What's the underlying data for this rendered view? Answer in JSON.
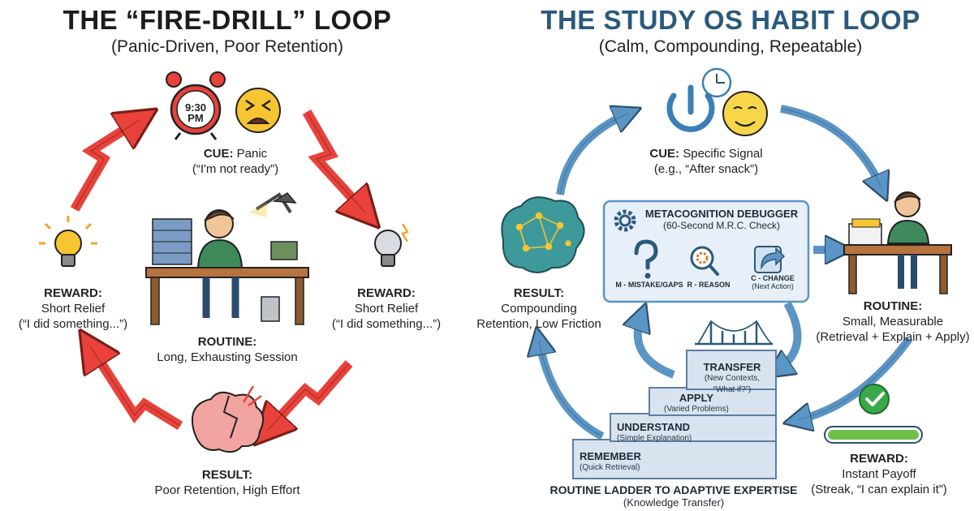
{
  "colors": {
    "red": "#e8423b",
    "blue": "#5b95c5",
    "navy": "#2a5a7c",
    "ladder": "#d8e3ef",
    "box": "#e7eff8"
  },
  "left": {
    "title": "THE “FIRE-DRILL” LOOP",
    "subtitle": "(Panic-Driven, Poor Retention)",
    "clock_time": "9:30",
    "clock_period": "PM",
    "cue": {
      "label": "CUE:",
      "text": "Panic",
      "quote": "(“I'm not ready”)"
    },
    "reward_left": {
      "label": "REWARD:",
      "text": "Short Relief",
      "quote": "(“I did something...”)"
    },
    "reward_right": {
      "label": "REWARD:",
      "text": "Short Relief",
      "quote": "(“I did something...”)"
    },
    "routine": {
      "label": "ROUTINE:",
      "text": "Long, Exhausting Session"
    },
    "result": {
      "label": "RESULT:",
      "text": "Poor Retention, High Effort"
    },
    "icons": [
      "alarm-clock-icon",
      "stressed-face-icon",
      "lightbulb-icon",
      "dim-lightbulb-icon",
      "stressed-student-icon",
      "broken-brain-icon"
    ]
  },
  "right": {
    "title": "THE STUDY OS HABIT LOOP",
    "subtitle": "(Calm, Compounding, Repeatable)",
    "cue": {
      "label": "CUE:",
      "text": "Specific Signal",
      "quote": "(e.g., “After snack”)"
    },
    "routine": {
      "label": "ROUTINE:",
      "text": "Small, Measurable",
      "detail": "(Retrieval + Explain + Apply)"
    },
    "reward": {
      "label": "REWARD:",
      "text": "Instant Payoff",
      "detail": "(Streak, “I can explain it”)"
    },
    "result": {
      "label": "RESULT:",
      "text": "Compounding",
      "text2": "Retention, Low Friction"
    },
    "debugger": {
      "title": "METACOGNITION DEBUGGER",
      "subtitle": "(60-Second M.R.C. Check)",
      "m_label": "M - MISTAKE/GAPS",
      "r_label": "R - REASON",
      "c_label": "C - CHANGE",
      "c_detail": "(Next Action)"
    },
    "ladder": {
      "steps": [
        {
          "name": "REMEMBER",
          "detail": "(Quick Retrieval)"
        },
        {
          "name": "UNDERSTAND",
          "detail": "(Simple Explanation)"
        },
        {
          "name": "APPLY",
          "detail": "(Varied Problems)"
        },
        {
          "name": "TRANSFER",
          "detail": "(New Contexts,",
          "detail2": "“What if?”)"
        }
      ],
      "caption": "ROUTINE LADDER TO ADAPTIVE EXPERTISE",
      "caption_sub": "(Knowledge Transfer)"
    },
    "icons": [
      "power-icon",
      "clock-icon",
      "calm-face-icon",
      "brain-network-icon",
      "gear-icon",
      "question-icon",
      "magnifier-gear-icon",
      "share-arrow-icon",
      "check-icon",
      "progress-bar",
      "bridge-icon",
      "calm-student-icon"
    ],
    "progress": 1.0
  }
}
